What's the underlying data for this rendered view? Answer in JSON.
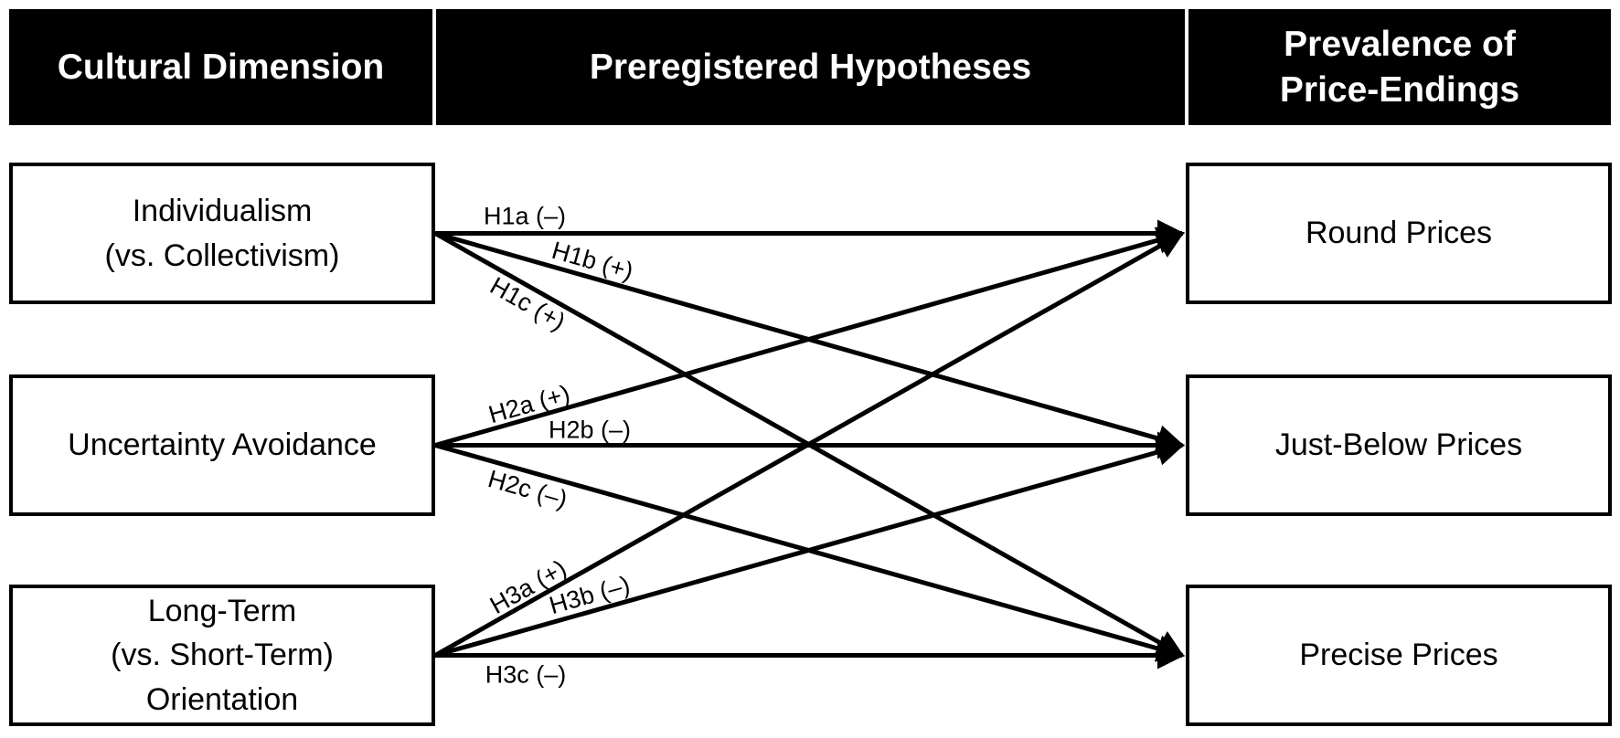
{
  "headers": {
    "left": "Cultural Dimension",
    "middle": "Preregistered Hypotheses",
    "right": "Prevalence of\nPrice-Endings"
  },
  "cultural_dimensions": [
    {
      "label": "Individualism\n(vs. Collectivism)"
    },
    {
      "label": "Uncertainty Avoidance"
    },
    {
      "label": "Long-Term\n(vs. Short-Term)\nOrientation"
    }
  ],
  "price_endings": [
    {
      "label": "Round Prices"
    },
    {
      "label": "Just-Below Prices"
    },
    {
      "label": "Precise Prices"
    }
  ],
  "hypotheses": [
    {
      "id": "H1a",
      "label": "H1a (–)",
      "sign": "–",
      "from": "Individualism (vs. Collectivism)",
      "to": "Round Prices",
      "from_index": 0,
      "to_index": 0
    },
    {
      "id": "H1b",
      "label": "H1b (+)",
      "sign": "+",
      "from": "Individualism (vs. Collectivism)",
      "to": "Just-Below Prices",
      "from_index": 0,
      "to_index": 1
    },
    {
      "id": "H1c",
      "label": "H1c (+)",
      "sign": "+",
      "from": "Individualism (vs. Collectivism)",
      "to": "Precise Prices",
      "from_index": 0,
      "to_index": 2
    },
    {
      "id": "H2a",
      "label": "H2a (+)",
      "sign": "+",
      "from": "Uncertainty Avoidance",
      "to": "Round Prices",
      "from_index": 1,
      "to_index": 0
    },
    {
      "id": "H2b",
      "label": "H2b (–)",
      "sign": "–",
      "from": "Uncertainty Avoidance",
      "to": "Just-Below Prices",
      "from_index": 1,
      "to_index": 1
    },
    {
      "id": "H2c",
      "label": "H2c (–)",
      "sign": "–",
      "from": "Uncertainty Avoidance",
      "to": "Precise Prices",
      "from_index": 1,
      "to_index": 2
    },
    {
      "id": "H3a",
      "label": "H3a (+)",
      "sign": "+",
      "from": "Long-Term (vs. Short-Term) Orientation",
      "to": "Round Prices",
      "from_index": 2,
      "to_index": 0
    },
    {
      "id": "H3b",
      "label": "H3b (–)",
      "sign": "–",
      "from": "Long-Term (vs. Short-Term) Orientation",
      "to": "Just-Below Prices",
      "from_index": 2,
      "to_index": 1
    },
    {
      "id": "H3c",
      "label": "H3c (–)",
      "sign": "–",
      "from": "Long-Term (vs. Short-Term) Orientation",
      "to": "Precise Prices",
      "from_index": 2,
      "to_index": 2
    }
  ],
  "colors": {
    "header_fill": "#000000",
    "header_text": "#ffffff",
    "box_border": "#000000",
    "box_fill": "#ffffff",
    "line": "#000000",
    "background": "#ffffff"
  }
}
